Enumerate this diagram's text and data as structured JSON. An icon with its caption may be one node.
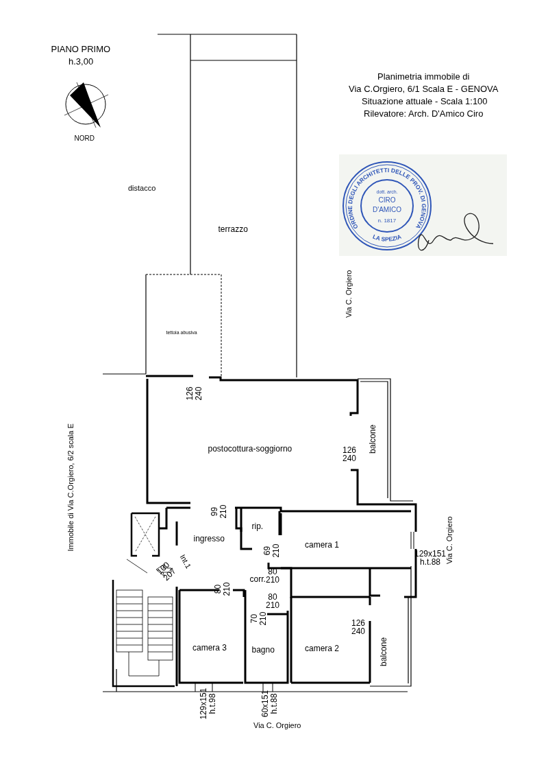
{
  "diagram": {
    "nodes": [
      {
        "text": [
          "terrazzo"
        ]
      },
      {
        "text": [
          "tettoia abusiva"
        ]
      },
      {
        "text": [
          "postocottura-soggiorno"
        ]
      },
      {
        "text": [
          "balcone"
        ]
      },
      {
        "text": [
          "ingresso"
        ]
      },
      {
        "text": [
          "rip."
        ]
      },
      {
        "text": [
          "camera 1"
        ]
      },
      {
        "text": [
          "corr."
        ]
      },
      {
        "text": [
          "camera 3"
        ]
      },
      {
        "text": [
          "bagno"
        ]
      },
      {
        "text": [
          "camera 2"
        ]
      },
      {
        "text": [
          "balcone"
        ]
      }
    ],
    "labels": [
      "PIANO PRIMO",
      "h.3,00",
      "NORD",
      "Planimetria immobile di",
      "Via C.Orgiero, 6/1 Scala E - GENOVA",
      "Situazione attuale - Scala 1:100",
      "Rilevatore: Arch. D'Amico Ciro",
      "ORDINE DEGLI ARCHITETTI DELLE PROV. DI GENOVA",
      "LA SPEZIA",
      "dott. arch.",
      "CIRO",
      "D'AMICO",
      "n. 1817",
      "distacco",
      "Via C. Orgiero",
      "Immobile di Via C.Orgiero, 6/2 scala E",
      "126 240",
      "126 240",
      "99 210",
      "69 210",
      "80 210",
      "Int.1",
      "100 207",
      "80 210",
      "80 210",
      "70 210",
      "126 240",
      "129x151 h.t.88",
      "Via C. Orgiero",
      "Via C. Orgiero",
      "129x151 h.t.98",
      "60x151 h.t.88"
    ]
  }
}
